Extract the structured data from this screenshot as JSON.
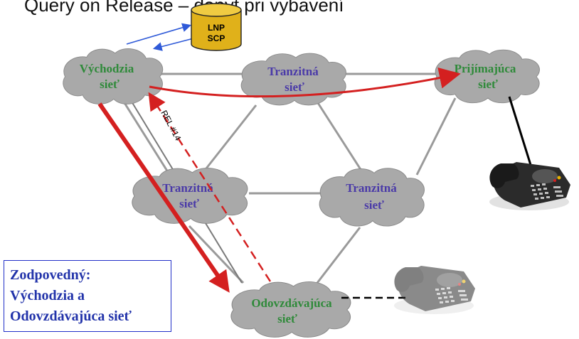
{
  "title": "Query on Release – dopyt pri vybavení",
  "database": {
    "line1": "LNP",
    "line2": "SCP"
  },
  "clouds": {
    "originating": [
      "Východzia",
      "sieť"
    ],
    "transit_top": [
      "Tranzitná",
      "sieť"
    ],
    "receiving": [
      "Prijímajúca",
      "sieť"
    ],
    "transit_left": [
      "Tranzitná",
      "sieť"
    ],
    "transit_right": [
      "Tranzitná",
      "sieť"
    ],
    "handover": [
      "Odovzdávajúca",
      "sieť"
    ]
  },
  "release_label": "REL #14",
  "responsible_box": {
    "line1": "Zodpovedný:",
    "line2": "Východzia a",
    "line3": "Odovzdávajúca sieť"
  },
  "colors": {
    "cloud_fill": "#a9a9a9",
    "call_path": "#d42020",
    "query_arrow": "#2f5ad8",
    "link": "#9a9a9a"
  },
  "icons": [
    "database-icon",
    "telephone-icon"
  ]
}
